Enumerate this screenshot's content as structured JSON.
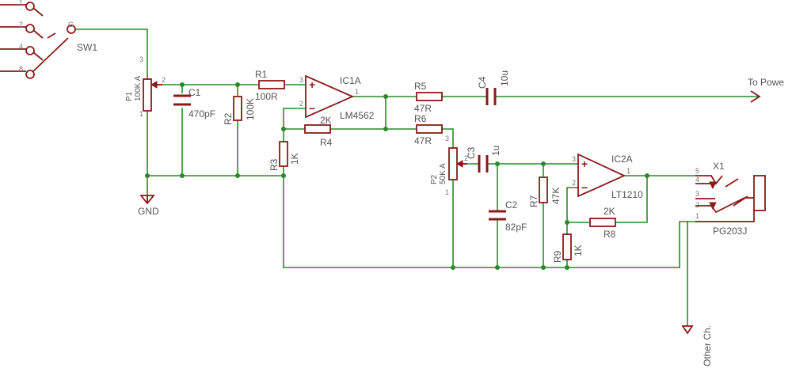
{
  "switch": {
    "ref": "SW1",
    "common_pin": "C",
    "positions": [
      "1",
      "2",
      "4",
      "8"
    ]
  },
  "p1": {
    "ref": "P1",
    "value": "100K A",
    "pins": [
      "3",
      "2",
      "1"
    ]
  },
  "c1": {
    "ref": "C1",
    "value": "470pF"
  },
  "r2": {
    "ref": "R2",
    "value": "100K"
  },
  "r1": {
    "ref": "R1",
    "value": "100R"
  },
  "ic1": {
    "ref": "IC1A",
    "part": "LM4562",
    "plus": "+",
    "minus": "−",
    "pins": [
      "3",
      "2",
      "1"
    ]
  },
  "r4": {
    "ref": "R4",
    "value": "2K"
  },
  "r3": {
    "ref": "R3",
    "value": "1K"
  },
  "r5": {
    "ref": "R5",
    "value": "47R"
  },
  "r6": {
    "ref": "R6",
    "value": "47R"
  },
  "c4": {
    "ref": "C4",
    "value": "10u"
  },
  "out_label": "To Powe",
  "p2": {
    "ref": "P2",
    "value": "50K A",
    "pins": [
      "3",
      "2",
      "1"
    ]
  },
  "c3": {
    "ref": "C3",
    "value": "1u"
  },
  "c2": {
    "ref": "C2",
    "value": "82pF"
  },
  "r7": {
    "ref": "R7",
    "value": "47K"
  },
  "ic2": {
    "ref": "IC2A",
    "part": "LT1210",
    "plus": "+",
    "minus": "−",
    "pins": [
      "3",
      "2",
      "1"
    ]
  },
  "r8": {
    "ref": "R8",
    "value": "2K"
  },
  "r9": {
    "ref": "R9",
    "value": "1K"
  },
  "x1": {
    "ref": "X1",
    "part": "PG203J",
    "pins": [
      "5",
      "4",
      "3",
      "2",
      "1"
    ]
  },
  "gnd_label": "GND",
  "other_label": "Other Ch."
}
